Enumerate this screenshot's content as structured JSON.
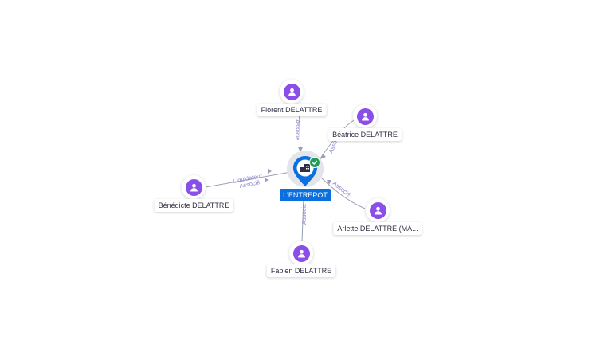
{
  "colors": {
    "person_accent": "#8a4fe8",
    "company_accent": "#0b6fe0",
    "check": "#1f9d55",
    "edge": "#9aa0b4",
    "edge_label": "#8a82c9"
  },
  "center": {
    "label": "L'ENTREPOT",
    "icon": "company-building-icon",
    "status_icon": "verified-check-icon"
  },
  "people": [
    {
      "id": "florent",
      "name": "Florent DELATTRE",
      "icon": "person-icon"
    },
    {
      "id": "beatrice",
      "name": "Béatrice DELATTRE",
      "icon": "person-icon"
    },
    {
      "id": "benedicte",
      "name": "Bénédicte DELATTRE",
      "icon": "person-icon"
    },
    {
      "id": "arlette",
      "name": "Arlette DELATTRE (MA...",
      "icon": "person-icon"
    },
    {
      "id": "fabien",
      "name": "Fabien DELATTRE",
      "icon": "person-icon"
    }
  ],
  "edges": [
    {
      "from": "florent",
      "labels": [
        "Associé"
      ]
    },
    {
      "from": "beatrice",
      "labels": [
        "Associé"
      ]
    },
    {
      "from": "benedicte",
      "labels": [
        "Liquidateur",
        "Associé"
      ]
    },
    {
      "from": "arlette",
      "labels": [
        "Associé"
      ]
    },
    {
      "from": "fabien",
      "labels": [
        "Associé"
      ]
    }
  ]
}
